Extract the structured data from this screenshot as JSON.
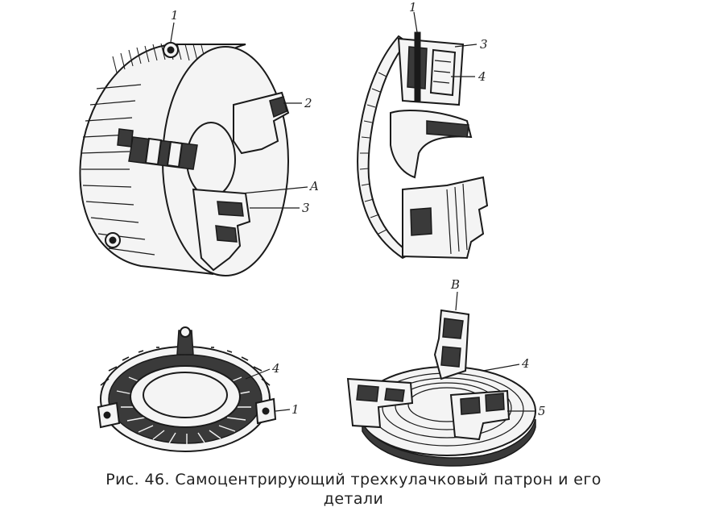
{
  "caption": {
    "line1": "Рис. 46. Самоцентрирующий трехкулачковый патрон и его",
    "line2": "детали"
  },
  "callouts": {
    "chuck": {
      "c1": "1",
      "c2": "2",
      "cA": "A",
      "c3": "3"
    },
    "section": {
      "c1": "1",
      "c3": "3",
      "c4": "4"
    },
    "ring": {
      "c4": "4",
      "c1": "1"
    },
    "jaws": {
      "cB": "B",
      "c4": "4",
      "c5": "5"
    }
  }
}
